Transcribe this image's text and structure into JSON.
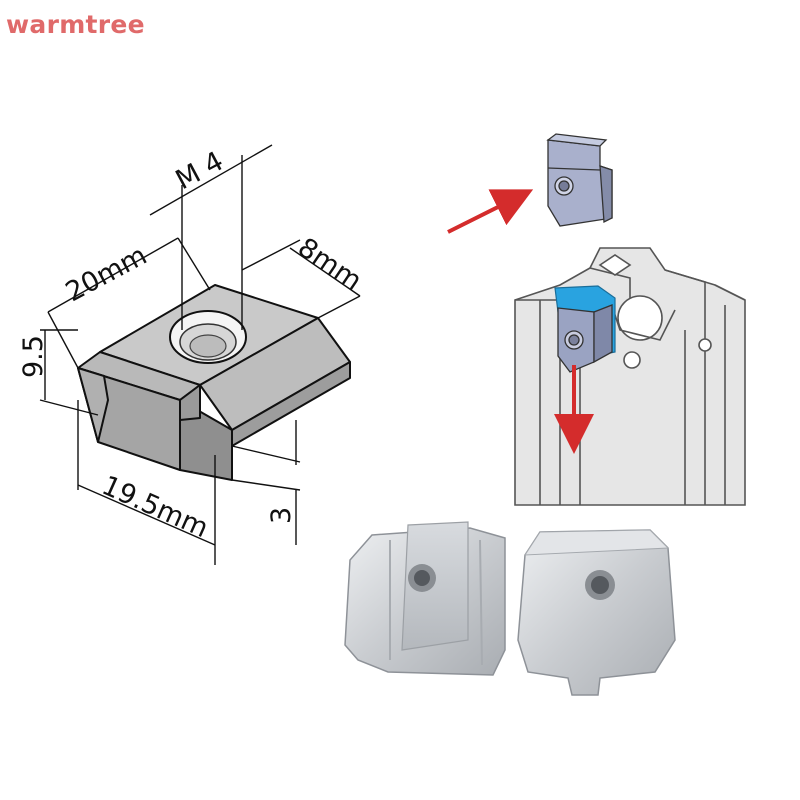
{
  "brand": {
    "text": "warmtree",
    "color": "#e06a6a"
  },
  "dimensions": {
    "thread": "M 4",
    "length": "20mm",
    "width": "8mm",
    "height": "9.5",
    "base_width": "19.5mm",
    "lip": "3"
  },
  "colors": {
    "outline": "#111111",
    "nut_top": "#c9c9c9",
    "nut_side": "#9a9a9a",
    "steel": "#d7d9dc",
    "steel_dark": "#9fa3a8",
    "profile": "#e6e6e6",
    "profile_line": "#555555",
    "highlight": "#29a3e0",
    "arrow": "#d42c2c"
  }
}
